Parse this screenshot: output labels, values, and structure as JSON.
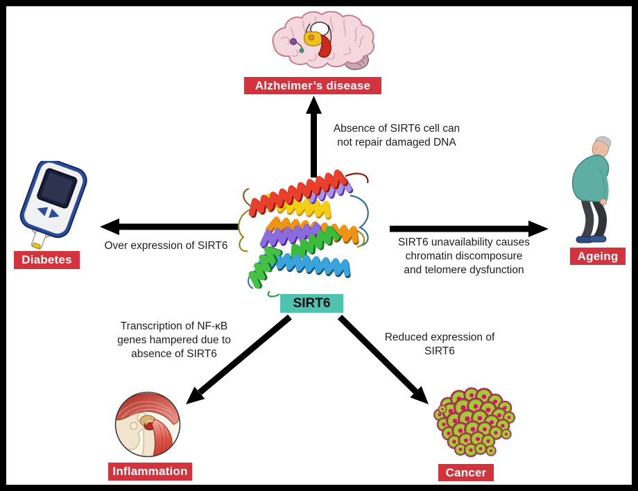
{
  "figure": {
    "center": {
      "label": "SIRT6",
      "icon": "protein-structure-icon"
    },
    "nodes": {
      "alzheimers": {
        "label": "Alzheimer’s disease",
        "icon": "brain-icon"
      },
      "diabetes": {
        "label": "Diabetes",
        "icon": "glucose-meter-icon"
      },
      "ageing": {
        "label": "Ageing",
        "icon": "elderly-man-icon"
      },
      "inflammation": {
        "label": "Inflammation",
        "icon": "inflamed-joint-icon"
      },
      "cancer": {
        "label": "Cancer",
        "icon": "tumor-cells-icon"
      }
    },
    "edges": {
      "alzheimers": {
        "l1": "Absence of SIRT6 cell can",
        "l2": "not repair damaged DNA"
      },
      "diabetes": {
        "l1": "Over expression of SIRT6"
      },
      "ageing": {
        "l1": "SIRT6 unavailability causes",
        "l2": "chromatin discomposure",
        "l3": "and telomere dysfunction"
      },
      "inflammation": {
        "l1": "Transcription of NF-κB",
        "l2": "genes hampered due to",
        "l3": "absence of SIRT6"
      },
      "cancer": {
        "l1": "Reduced expression of",
        "l2": "SIRT6"
      }
    },
    "colors": {
      "background": "#FFFFFF",
      "border": "#000000",
      "node_label_bg": "#D2333C",
      "node_label_text": "#FFFFFF",
      "center_label_bg": "#4FC3AF",
      "center_label_text": "#0C0C0C",
      "arrow": "#000000"
    }
  }
}
